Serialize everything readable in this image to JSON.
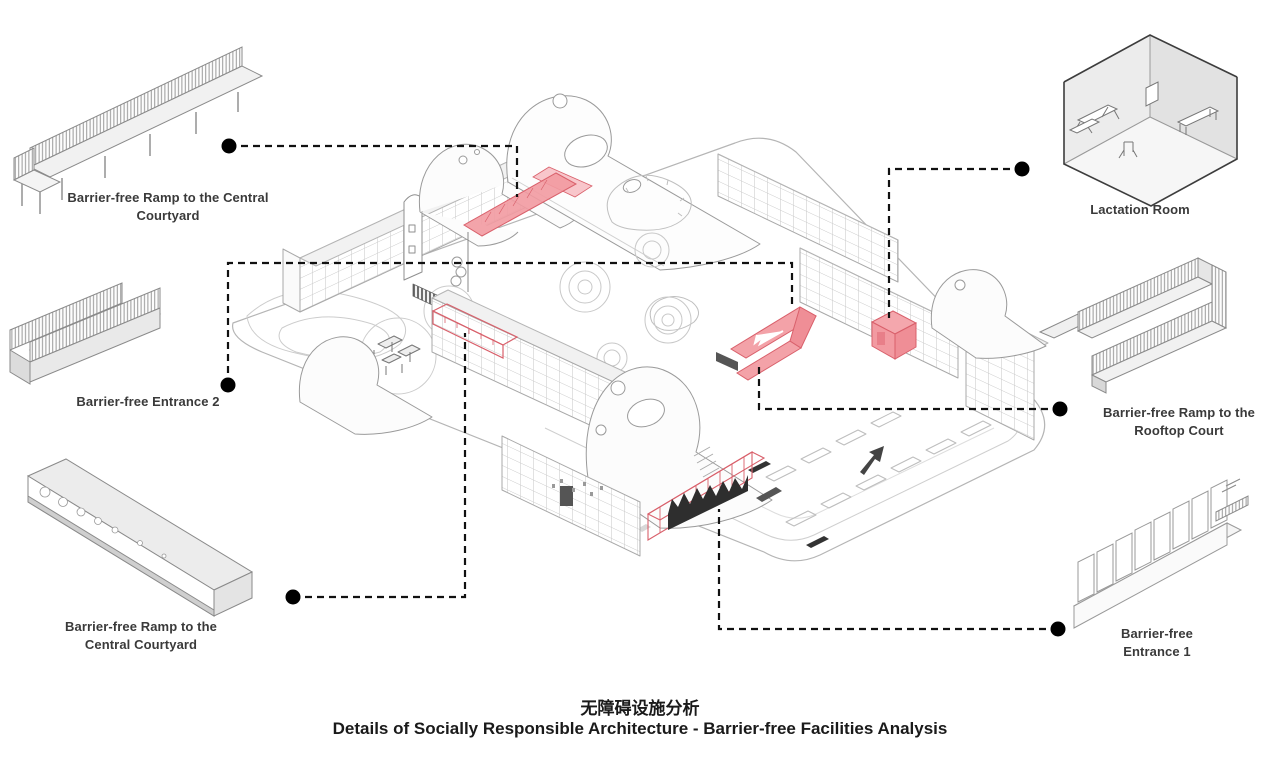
{
  "diagram": {
    "title_zh": "无障碍设施分析",
    "title_en": "Details of Socially Responsible Architecture - Barrier-free Facilities Analysis",
    "callouts": [
      {
        "id": "ramp-central-1",
        "label": "Barrier-free Ramp to the Central\nCourtyard"
      },
      {
        "id": "entrance-2",
        "label": "Barrier-free Entrance 2"
      },
      {
        "id": "ramp-central-2",
        "label": "Barrier-free Ramp to the\nCentral Courtyard"
      },
      {
        "id": "lactation-room",
        "label": "Lactation Room"
      },
      {
        "id": "ramp-rooftop",
        "label": "Barrier-free Ramp to the\nRooftop Court"
      },
      {
        "id": "entrance-1",
        "label": "Barrier-free\nEntrance 1"
      }
    ],
    "colors": {
      "highlight_fill": "#F29AA1",
      "highlight_stroke": "#D9606B",
      "leader_line": "#111111",
      "linework": "#9a9a9a"
    }
  }
}
